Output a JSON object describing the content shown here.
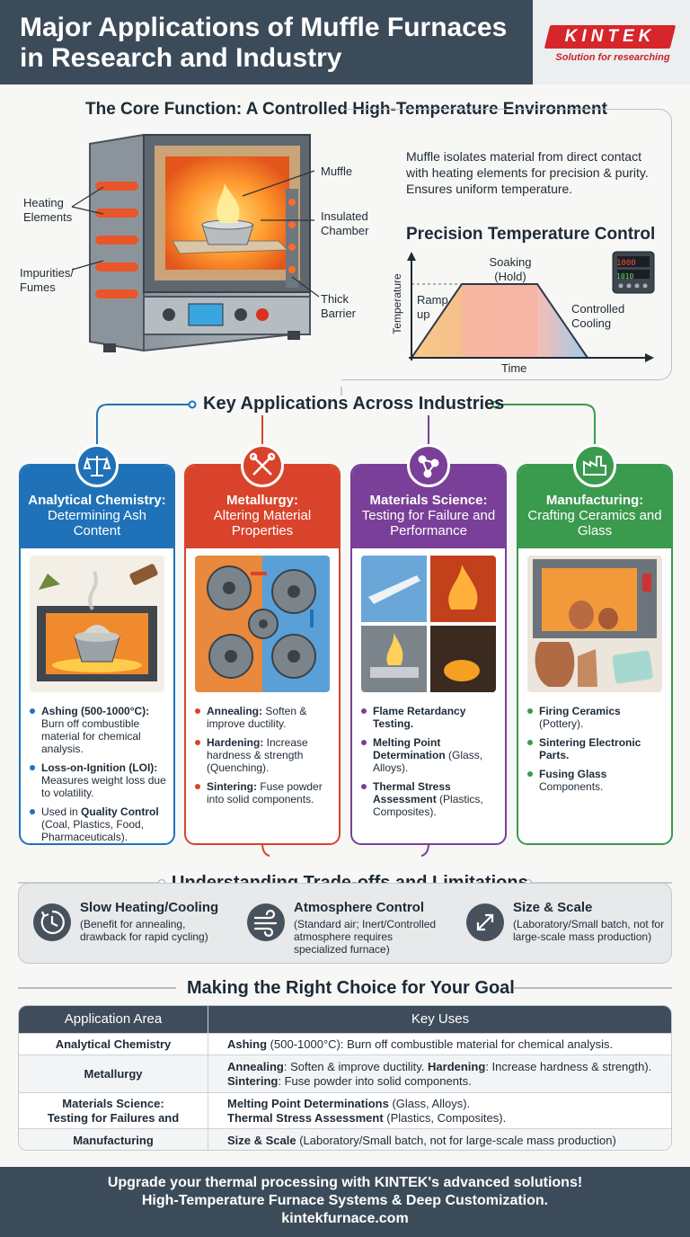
{
  "header": {
    "title": "Major Applications of Muffle Furnaces in Research and Industry",
    "logo_text": "KINTEK",
    "logo_tagline": "Solution for researching"
  },
  "core": {
    "title": "The Core Function: A Controlled High-Temperature Environment",
    "labels": {
      "heating_elements": "Heating Elements",
      "impurities": "Impurities/ Fumes",
      "muffle": "Muffle",
      "insulated": "Insulated Chamber",
      "barrier": "Thick Barrier"
    },
    "description": "Muffle isolates material from direct contact with heating elements for precision & purity. Ensures uniform temperature.",
    "control_title": "Precision Temperature Control",
    "chart_labels": {
      "ramp": "Ramp up",
      "soak": "Soaking (Hold)",
      "cool": "Controlled Cooling",
      "y_axis": "Temperature",
      "x_axis": "Time"
    },
    "controller_display": [
      "1000",
      "1010"
    ]
  },
  "applications": {
    "title": "Key Applications Across Industries",
    "cards": [
      {
        "title": "Analytical Chemistry:",
        "subtitle": "Determining Ash Content",
        "color": "#1f72b8",
        "items": [
          {
            "b": "Ashing (500-1000°C):",
            "t": " Burn off combustible material for chemical analysis."
          },
          {
            "b": "Loss-on-Ignition (LOI):",
            "t": " Measures weight loss due to volatility."
          },
          {
            "pre": "Used in ",
            "b": "Quality Control",
            "t": " (Coal, Plastics, Food, Pharmaceuticals)."
          }
        ]
      },
      {
        "title": "Metallurgy:",
        "subtitle": "Altering Material Properties",
        "color": "#d9432b",
        "items": [
          {
            "b": "Annealing:",
            "t": " Soften & improve ductility."
          },
          {
            "b": "Hardening:",
            "t": " Increase hardness & strength (Quenching)."
          },
          {
            "b": "Sintering:",
            "t": " Fuse powder into solid components."
          }
        ]
      },
      {
        "title": "Materials Science:",
        "subtitle": "Testing for Failure and Performance",
        "color": "#7a3f98",
        "items": [
          {
            "b": "Flame Retardancy Testing.",
            "t": ""
          },
          {
            "b": "Melting Point Determination",
            "t": " (Glass, Alloys)."
          },
          {
            "b": "Thermal Stress Assessment",
            "t": " (Plastics, Composites)."
          }
        ]
      },
      {
        "title": "Manufacturing:",
        "subtitle": "Crafting Ceramics and Glass",
        "color": "#3a9a4e",
        "items": [
          {
            "b": "Firing Ceramics",
            "t": " (Pottery)."
          },
          {
            "b": "Sintering Electronic Parts.",
            "t": ""
          },
          {
            "b": "Fusing Glass",
            "t": " Components."
          }
        ]
      }
    ]
  },
  "tradeoffs": {
    "title": "Understanding Trade-offs and Limitations",
    "items": [
      {
        "h": "Slow Heating/Cooling",
        "t": "(Benefit for annealing, drawback for rapid cycling)",
        "icon": "clock-icon"
      },
      {
        "h": "Atmosphere Control",
        "t": "(Standard air; Inert/Controlled atmosphere requires specialized furnace)",
        "icon": "wind-icon"
      },
      {
        "h": "Size & Scale",
        "t": "(Laboratory/Small batch, not for large-scale mass production)",
        "icon": "resize-icon"
      }
    ]
  },
  "choice": {
    "title": "Making the Right Choice for Your Goal",
    "headers": [
      "Application Area",
      "Key Uses"
    ],
    "rows": [
      {
        "area": "Analytical Chemistry",
        "uses": [
          {
            "b": "Ashing",
            "t": " (500-1000°C): Burn off combustible material for chemical analysis."
          }
        ]
      },
      {
        "area": "Metallurgy",
        "uses": [
          {
            "b": "Annealing",
            "t": ": Soften & improve ductility. "
          },
          {
            "b": "Hardening",
            "t": ": Increase hardness & strength)."
          },
          {
            "br": true,
            "b": "Sintering",
            "t": ": Fuse powder into solid components."
          }
        ]
      },
      {
        "area": "Materials Science: Testing for Failures and",
        "uses": [
          {
            "b": "Melting Point Determinations",
            "t": " (Glass, Alloys)."
          },
          {
            "br": true,
            "b": "Thermal Stress Assessment",
            "t": " (Plastics, Composites)."
          }
        ]
      },
      {
        "area": "Manufacturing",
        "uses": [
          {
            "b": "Size & Scale",
            "t": " (Laboratory/Small batch, not for large-scale mass production)"
          }
        ]
      }
    ]
  },
  "footer": {
    "line1": "Upgrade your thermal processing with KINTEK's advanced solutions!",
    "line2": "High-Temperature Furnace Systems & Deep Customization.",
    "line3": "kintekfurnace.com"
  }
}
